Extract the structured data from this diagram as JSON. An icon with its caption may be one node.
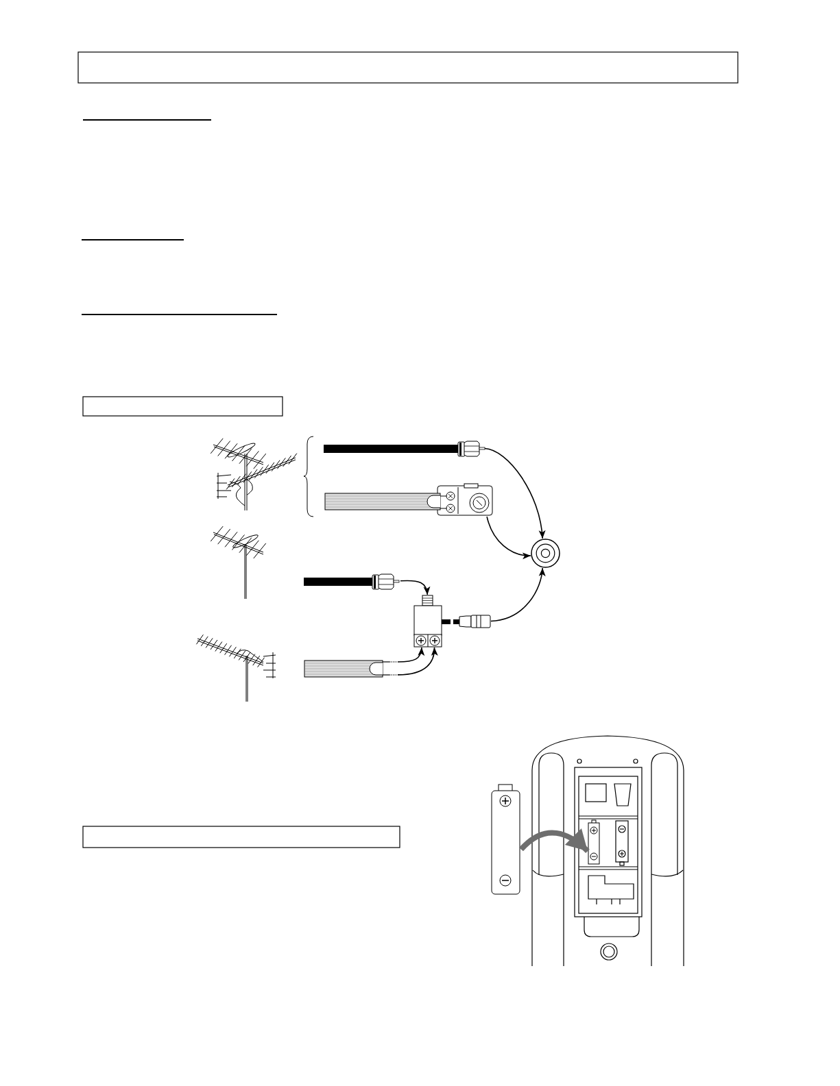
{
  "diagram": {
    "nodes": [
      {
        "text": [],
        "shape": "picture"
      },
      {
        "text": [],
        "shape": "picture"
      },
      {
        "text": [],
        "shape": "circle"
      },
      {
        "text": [],
        "shape": "picture"
      },
      {
        "text": [],
        "shape": "picture"
      },
      {
        "text": [],
        "shape": "picture"
      },
      {
        "text": [],
        "shape": "picture"
      },
      {
        "text": [],
        "shape": "picture"
      },
      {
        "text": [],
        "shape": "picture",
        "in": 7
      }
    ],
    "edges": [
      {
        "from": 0,
        "to": 2,
        "arrow": "to"
      },
      {
        "from": 1,
        "to": 2,
        "arrow": "to"
      },
      {
        "from": 4,
        "to": 2,
        "arrow": "to"
      },
      {
        "from": 3,
        "to": 4,
        "arrow": "to"
      },
      {
        "from": 5,
        "to": 4,
        "arrow": "to"
      },
      {
        "from": 5,
        "to": 4,
        "arrow": "to"
      },
      {
        "from": 6,
        "to": 8,
        "arrow": "to",
        "style": "thick",
        "color": "#6e6e6e"
      }
    ]
  }
}
